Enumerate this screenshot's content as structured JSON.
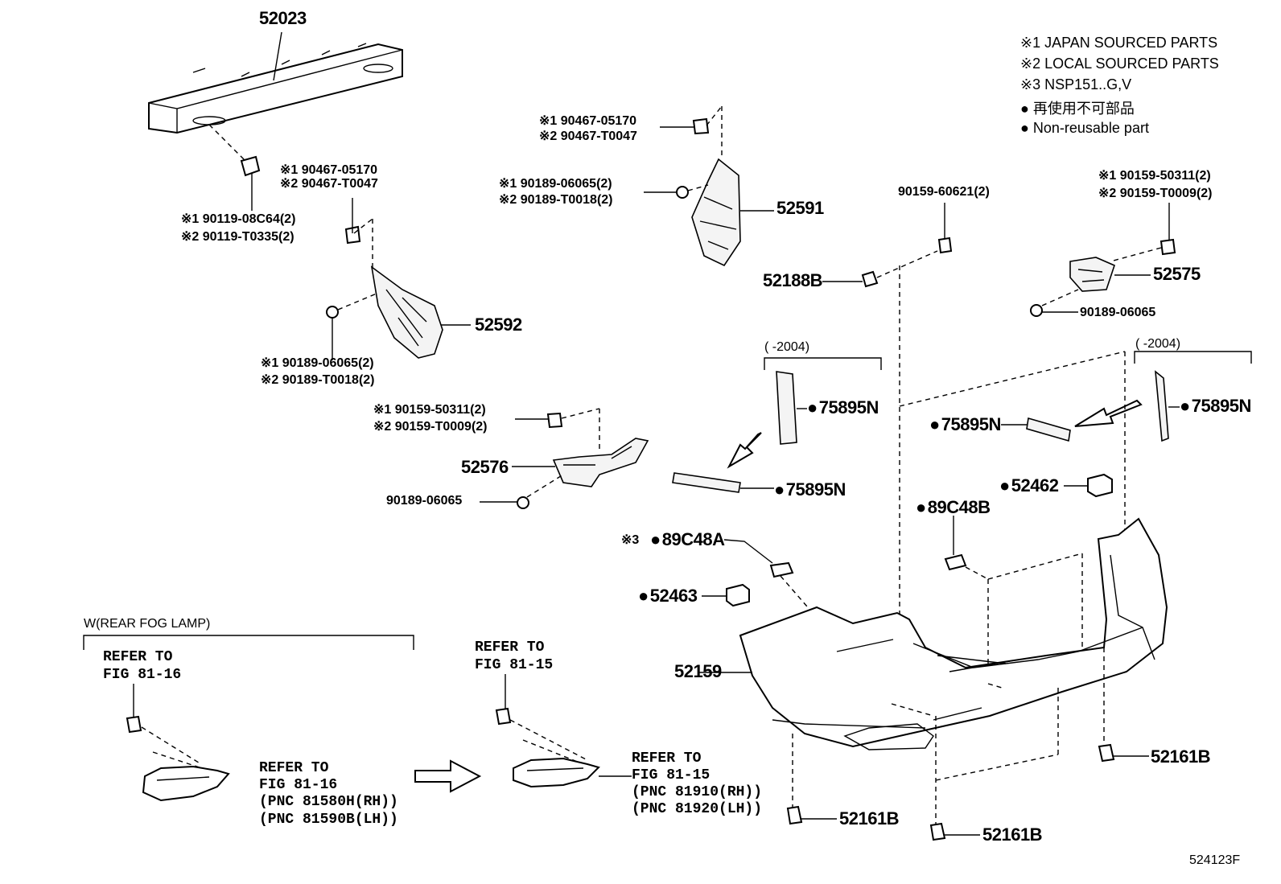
{
  "legend": {
    "note1": "※1 JAPAN SOURCED PARTS",
    "note2": "※2 LOCAL SOURCED PARTS",
    "note3": "※3 NSP151..G,V",
    "nonreusable_jp": "● 再使用不可部品",
    "nonreusable_en": "● Non-reusable part"
  },
  "labels": {
    "p52023": "52023",
    "p52591": "52591",
    "p52592": "52592",
    "p52575": "52575",
    "p52576": "52576",
    "p52188b": "52188B",
    "p52159": "52159",
    "p52161b_a": "52161B",
    "p52161b_b": "52161B",
    "p52161b_c": "52161B",
    "p52462": "52462",
    "p52463": "52463",
    "p89c48a": "89C48A",
    "p89c48a_note": "※3",
    "p89c48b": "89C48B",
    "p75895n_a": "75895N",
    "p75895n_b": "75895N",
    "p75895n_c": "75895N",
    "p75895n_d": "75895N",
    "clip_top_1": "※1 90467-05170",
    "clip_top_2": "※2 90467-T0047",
    "bolt_1": "※1 90119-08C64(2)",
    "bolt_2": "※2 90119-T0335(2)",
    "clip_mid_1": "※1 90467-05170",
    "clip_mid_2": "※2 90467-T0047",
    "nut_l_1": "※1 90189-06065(2)",
    "nut_l_2": "※2 90189-T0018(2)",
    "nut_r_1": "※1 90189-06065(2)",
    "nut_r_2": "※2 90189-T0018(2)",
    "screw_l_1": "※1 90159-50311(2)",
    "screw_l_2": "※2 90159-T0009(2)",
    "screw_r_1": "※1 90159-50311(2)",
    "screw_r_2": "※2 90159-T0009(2)",
    "nut_single_l": "90189-06065",
    "nut_single_r": "90189-06065",
    "screw_center": "90159-60621(2)",
    "year_l": "(      -2004)",
    "year_r": "(      -2004)",
    "fog_header": "W(REAR FOG LAMP)",
    "refer1_a": "REFER TO",
    "refer1_b": "FIG 81-16",
    "refer2_a": "REFER TO",
    "refer2_b": "FIG 81-16",
    "refer2_c": "(PNC 81580H(RH))",
    "refer2_d": "(PNC 81590B(LH))",
    "refer3_a": "REFER TO",
    "refer3_b": "FIG 81-15",
    "refer4_a": "REFER TO",
    "refer4_b": "FIG 81-15",
    "refer4_c": "(PNC 81910(RH))",
    "refer4_d": "(PNC 81920(LH))",
    "figure_id": "524123F"
  }
}
